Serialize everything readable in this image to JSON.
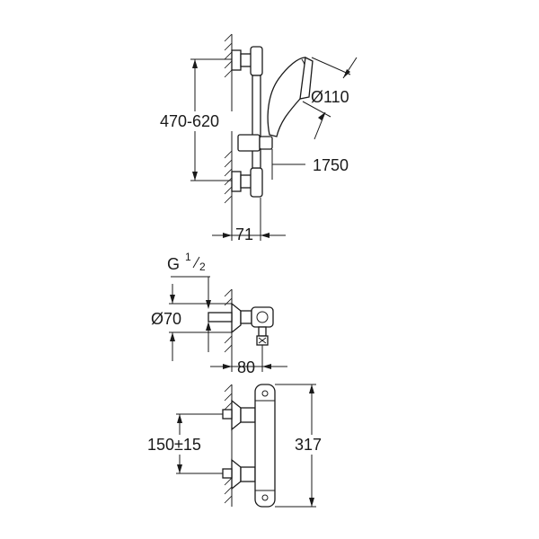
{
  "dimensions": {
    "rail_spacing": "470-620",
    "hand_shower_diameter": "Ø110",
    "hose_length": "1750",
    "rail_depth": "71",
    "thread_g": "G",
    "thread_num": "1",
    "thread_den": "2",
    "escutcheon_diameter": "Ø70",
    "mixer_depth": "80",
    "inlet_spacing": "150±15",
    "mixer_height": "317"
  }
}
